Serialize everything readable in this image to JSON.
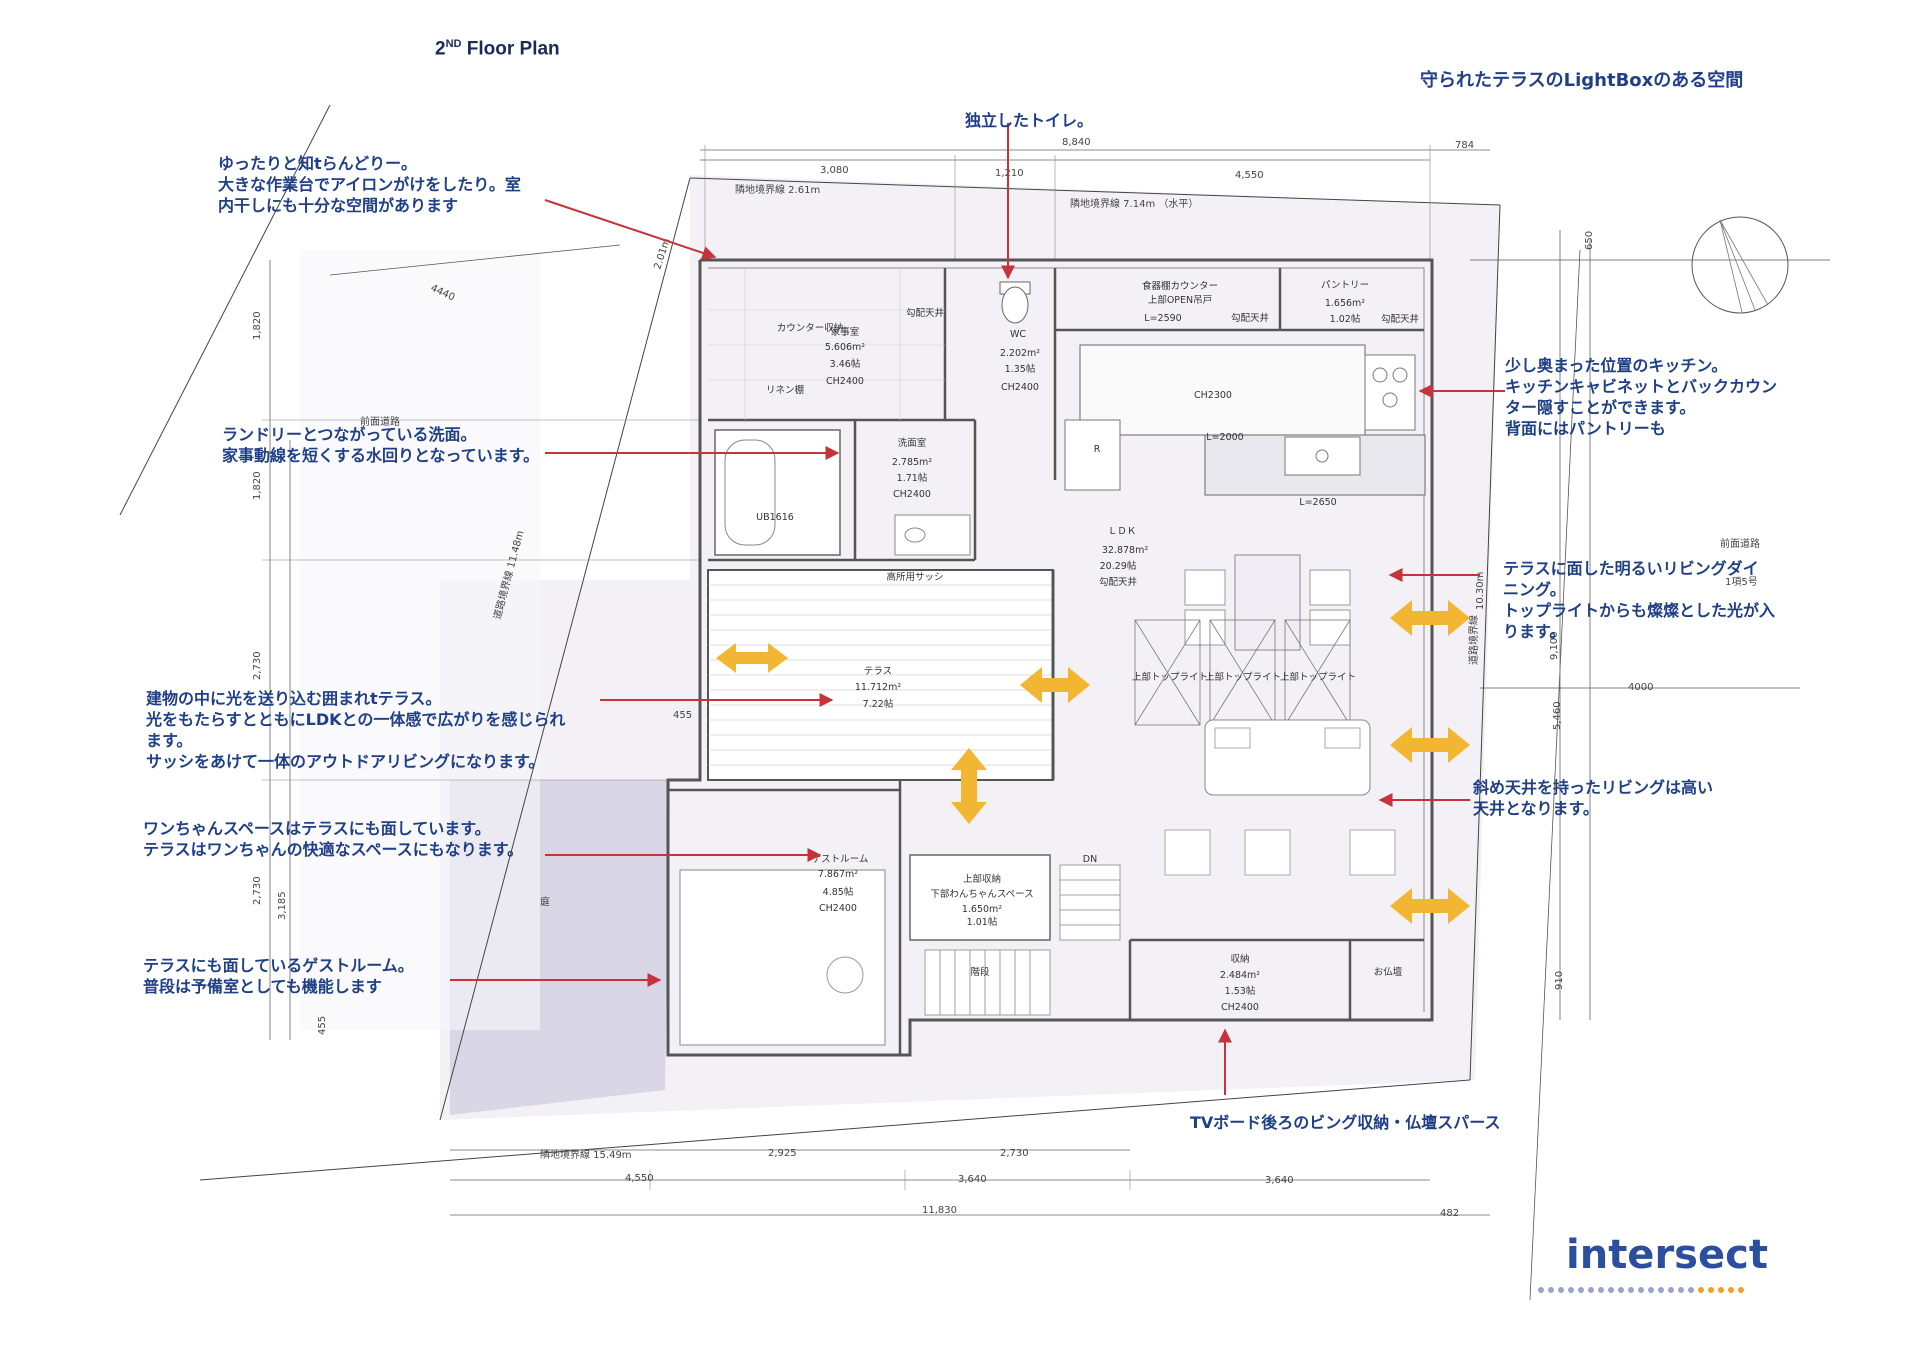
{
  "header": {
    "title_main": "2",
    "title_sup": "ND",
    "title_rest": " Floor Plan",
    "subtitle": "守られたテラスのLightBoxのある空間"
  },
  "notes": {
    "laundry_room": "ゆったりと知tらんどりー。\n大きな作業台でアイロンがけをしたり。室\n内干しにも十分な空間があります",
    "toilet": "独立したトイレ。",
    "washroom": "ランドリーとつながっている洗面。\n家事動線を短くする水回りとなっています。",
    "terrace": "建物の中に光を送り込む囲まれtテラス。\n光をもたらすとともにLDKとの一体感で広がりを感じられ\nます。\nサッシをあけて一体のアウトドアリビングになります。",
    "dog_space": "ワンちゃんスペースはテラスにも面しています。\nテラスはワンちゃんの快適なスペースにもなります。",
    "guest_room": "テラスにも面しているゲストルーム。\n普段は予備室としても機能します",
    "kitchen": "少し奥まった位置のキッチン。\nキッチンキャビネットとバックカウン\nター隠すことができます。\n背面にはパントリーも",
    "living": "テラスに面した明るいリビングダイ\nニング。\nトップライトからも燦燦とした光が入\nります。",
    "ceiling": "斜め天井を持ったリビングは高い\n天井となります。",
    "tv_storage": "TVボード後ろのビング収納・仏壇スパース"
  },
  "dimensions": {
    "top_total": "8,840",
    "top_a": "3,080",
    "top_b": "1,210",
    "top_c": "4,550",
    "top_d": "784",
    "boundary_top_left": "隣地境界線   2.61m",
    "boundary_top_right": "隣地境界線   7.14m （水平）",
    "left_a": "1,820",
    "left_b": "1,820",
    "left_c": "2,730",
    "left_d": "2,730",
    "left_e": "3,185",
    "left_f": "455",
    "diag_a": "4440",
    "diag_b": "2.01m",
    "road_left": "道路境界線    11.48m",
    "front_road_left": "前面道路",
    "front_road_right": "前面道路",
    "front_road_right_sub": "1項5号",
    "right_a": "650",
    "right_b": "10.30m",
    "right_c": "9,100",
    "right_d": "5,460",
    "right_e": "910",
    "right_road_label": "道路境界線",
    "right_4000": "4000",
    "step_455": "455",
    "bottom_boundary": "隣地境界線   15.49m",
    "bottom_a": "2,925",
    "bottom_b": "2,730",
    "bottom_c": "4,550",
    "bottom_d": "3,640",
    "bottom_e": "3,640",
    "bottom_total": "11,830",
    "bottom_end": "482"
  },
  "rooms": {
    "laundry": [
      "カウンター収納",
      "家事室",
      "5.606m²",
      "3.46帖",
      "CH2400"
    ],
    "linen": "リネン棚",
    "slope_ceiling_a": "勾配天井",
    "wc": [
      "WC",
      "2.202m²",
      "1.35帖",
      "CH2400"
    ],
    "cupboard": [
      "食器棚カウンター",
      "上部OPEN吊戸",
      "L=2590",
      "勾配天井"
    ],
    "pantry": [
      "パントリー",
      "1.656m²",
      "1.02帖",
      "勾配天井"
    ],
    "kitchen_ch": "CH2300",
    "kitchen_l1": "L=2000",
    "kitchen_l2": "L=2650",
    "fridge": "R",
    "bath": "UB1616",
    "washroom": [
      "洗面室",
      "2.785m²",
      "1.71帖",
      "CH2400"
    ],
    "high_sash": "高所用サッシ",
    "ldk": [
      "ＬＤＫ",
      "32.878m²",
      "20.29帖",
      "勾配天井"
    ],
    "terrace": [
      "テラス",
      "11.712m²",
      "7.22帖"
    ],
    "toplight": "上部トップライト",
    "guest": [
      "ゲストルーム",
      "7.867m²",
      "4.85帖",
      "CH2400"
    ],
    "upper_storage": [
      "上部収納",
      "下部わんちゃんスペース",
      "1.650m²",
      "1.01帖"
    ],
    "dn": "DN",
    "stairs": "階段",
    "storage": [
      "収納",
      "2.484m²",
      "1.53帖",
      "CH2400"
    ],
    "butsudan": "お仏壇",
    "garden": "庭"
  },
  "logo": {
    "text": "intersect"
  },
  "colors": {
    "note_text": "#1f3f86",
    "pointer_arrow": "#c8323a",
    "flow_arrow": "#f2b632",
    "wall": "#555555",
    "logo_blue": "#2b4f9e",
    "logo_orange": "#f0a020"
  }
}
